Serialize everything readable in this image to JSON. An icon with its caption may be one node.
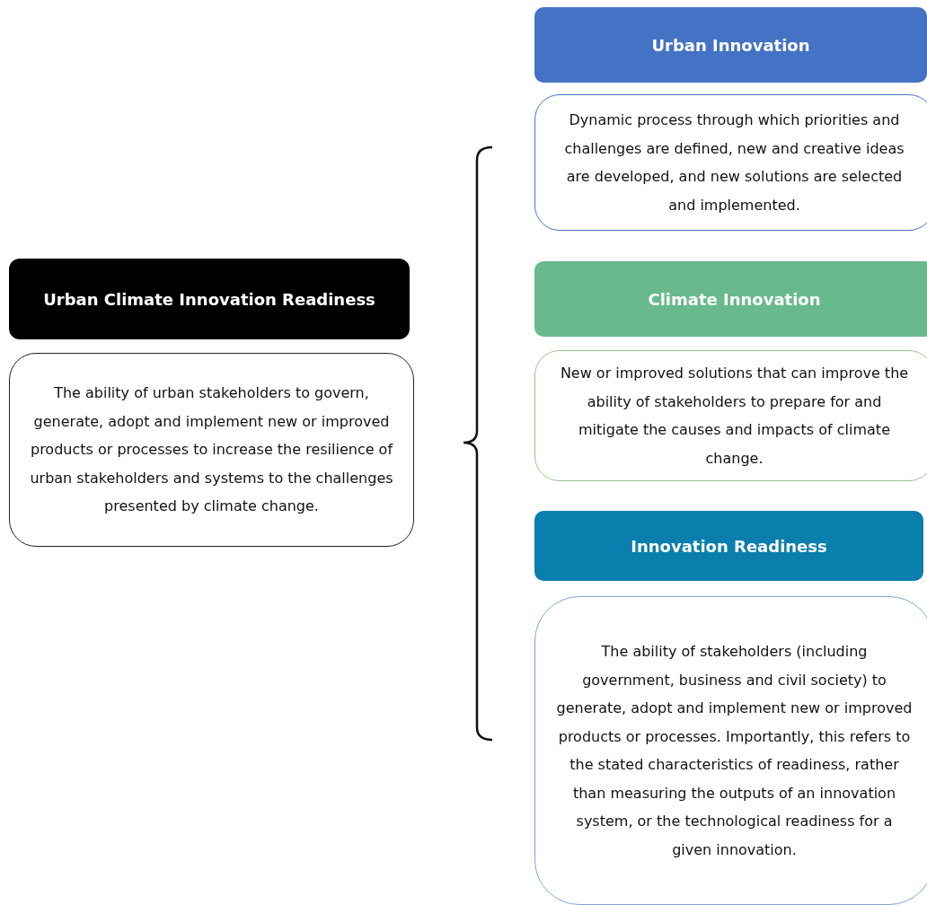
{
  "diagram": {
    "nodes": [
      {
        "text": [
          "Urban Climate Innovation Readiness"
        ]
      },
      {
        "text": [
          "The ability of urban stakeholders to govern, generate, adopt and implement new or improved products or processes to increase the resilience of urban stakeholders and systems to the challenges presented by climate change."
        ]
      },
      {
        "text": [
          "Urban Innovation"
        ]
      },
      {
        "text": [
          "Dynamic process through which priorities and challenges are defined, new and creative ideas are developed, and new solutions are selected and implemented."
        ]
      },
      {
        "text": [
          "Climate Innovation"
        ]
      },
      {
        "text": [
          "New or improved solutions that can improve the ability of stakeholders to prepare for and mitigate the causes and impacts of climate change."
        ]
      },
      {
        "text": [
          "Innovation Readiness"
        ]
      },
      {
        "text": [
          "The ability of stakeholders (including government, business and civil society) to generate, adopt and implement new or improved products or processes. Importantly, this refers to the stated characteristics of readiness, rather than measuring the outputs of an innovation system, or the technological readiness for a given innovation."
        ]
      }
    ],
    "edges": []
  }
}
